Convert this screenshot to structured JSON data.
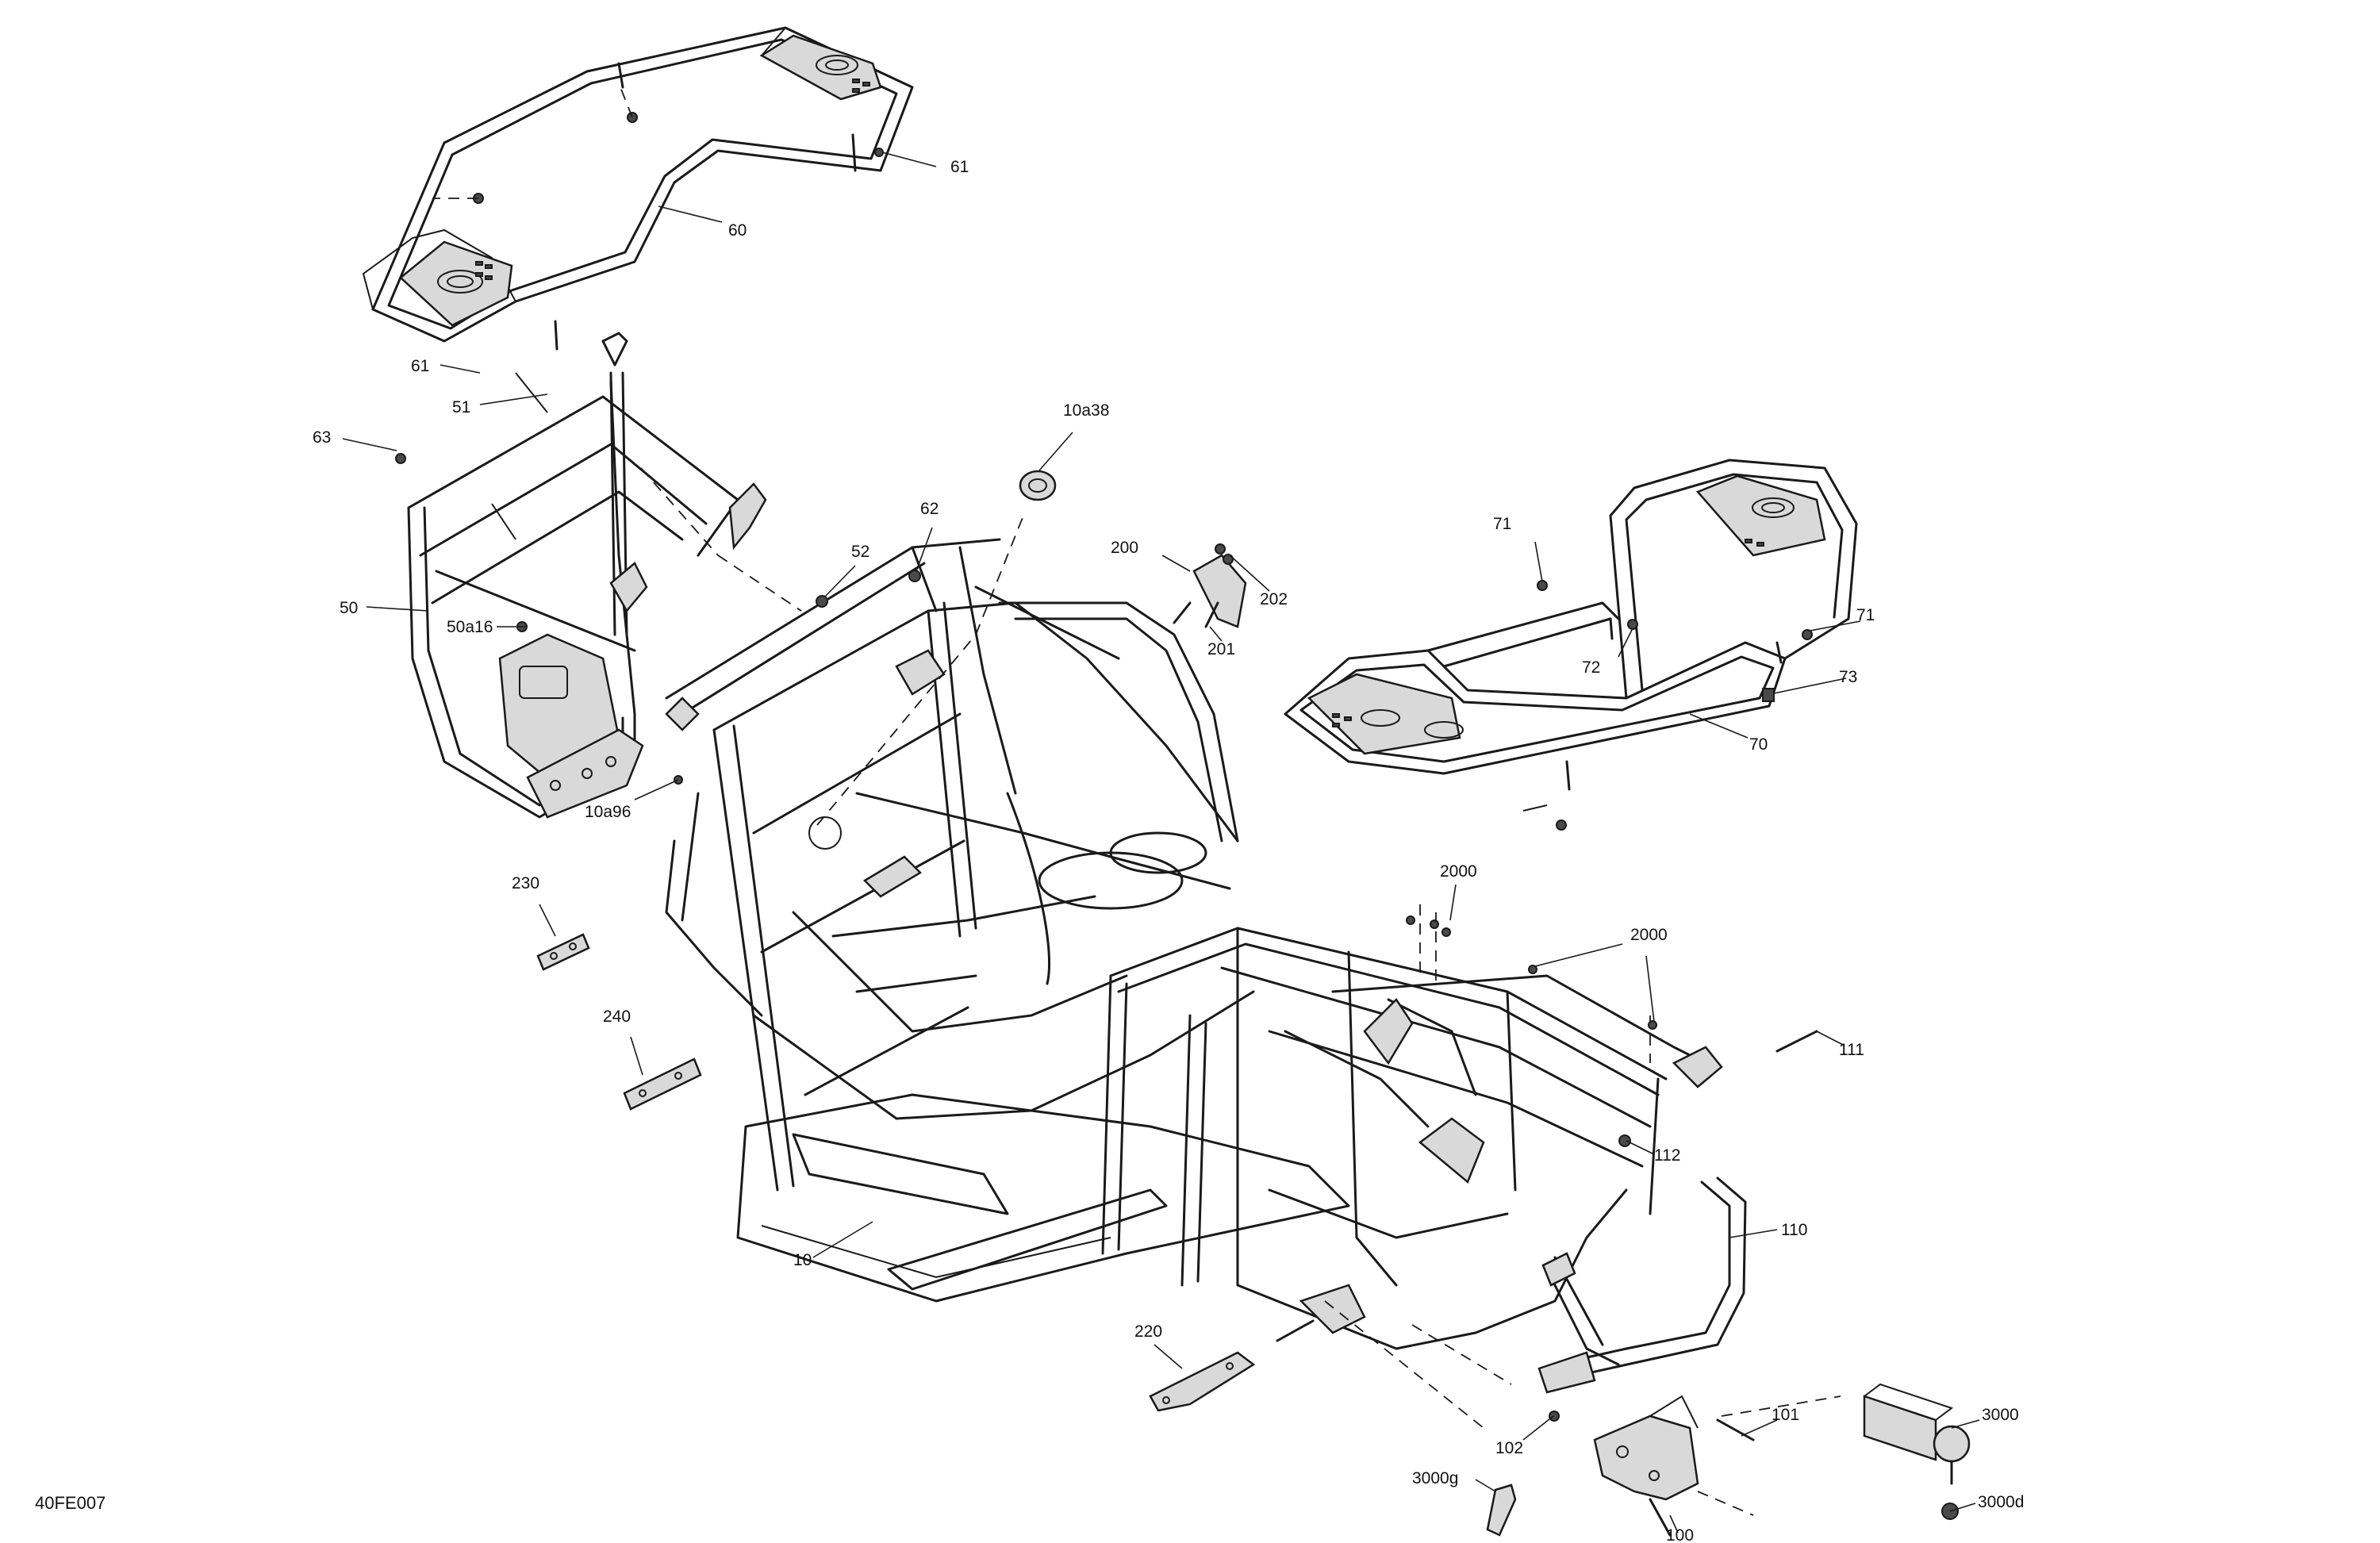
{
  "figure_code": "40FE007",
  "callouts": [
    {
      "id": "c-61a",
      "label": "61"
    },
    {
      "id": "c-60",
      "label": "60"
    },
    {
      "id": "c-61b",
      "label": "61"
    },
    {
      "id": "c-51",
      "label": "51"
    },
    {
      "id": "c-63",
      "label": "63"
    },
    {
      "id": "c-50",
      "label": "50"
    },
    {
      "id": "c-50a16",
      "label": "50a16"
    },
    {
      "id": "c-10a96",
      "label": "10a96"
    },
    {
      "id": "c-10a38",
      "label": "10a38"
    },
    {
      "id": "c-62",
      "label": "62"
    },
    {
      "id": "c-52",
      "label": "52"
    },
    {
      "id": "c-200",
      "label": "200"
    },
    {
      "id": "c-202",
      "label": "202"
    },
    {
      "id": "c-201",
      "label": "201"
    },
    {
      "id": "c-71a",
      "label": "71"
    },
    {
      "id": "c-71b",
      "label": "71"
    },
    {
      "id": "c-72",
      "label": "72"
    },
    {
      "id": "c-73",
      "label": "73"
    },
    {
      "id": "c-70",
      "label": "70"
    },
    {
      "id": "c-230",
      "label": "230"
    },
    {
      "id": "c-240",
      "label": "240"
    },
    {
      "id": "c-2000a",
      "label": "2000"
    },
    {
      "id": "c-2000b",
      "label": "2000"
    },
    {
      "id": "c-111",
      "label": "111"
    },
    {
      "id": "c-112",
      "label": "112"
    },
    {
      "id": "c-110",
      "label": "110"
    },
    {
      "id": "c-10",
      "label": "10"
    },
    {
      "id": "c-220",
      "label": "220"
    },
    {
      "id": "c-101",
      "label": "101"
    },
    {
      "id": "c-102",
      "label": "102"
    },
    {
      "id": "c-3000",
      "label": "3000"
    },
    {
      "id": "c-3000g",
      "label": "3000g"
    },
    {
      "id": "c-3000d",
      "label": "3000d"
    },
    {
      "id": "c-100",
      "label": "100"
    }
  ]
}
